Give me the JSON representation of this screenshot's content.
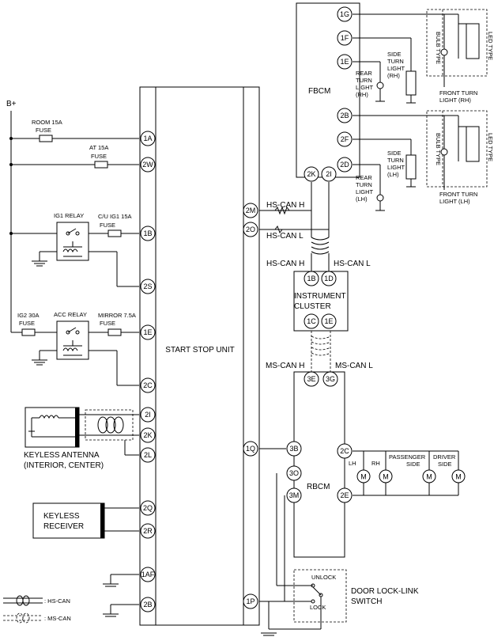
{
  "supply": "B+",
  "fuses": {
    "room": [
      "ROOM 15A",
      "FUSE"
    ],
    "at": [
      "AT 15A",
      "FUSE"
    ],
    "cu_ig1": [
      "C/U IG1 15A",
      "FUSE"
    ],
    "ig2": [
      "IG2 30A",
      "FUSE"
    ],
    "mirror": [
      "MIRROR 7.5A",
      "FUSE"
    ]
  },
  "relays": {
    "ig1": "IG1 RELAY",
    "acc": "ACC RELAY"
  },
  "units": {
    "start_stop": "START STOP UNIT",
    "fbcm": "FBCM",
    "instrument": [
      "INSTRUMENT",
      "CLUSTER"
    ],
    "rbcm": "RBCM",
    "keyless_antenna": [
      "KEYLESS ANTENNA",
      "(INTERIOR, CENTER)"
    ],
    "keyless_receiver": [
      "KEYLESS",
      "RECEIVER"
    ],
    "door_switch": [
      "DOOR LOCK-LINK",
      "SWITCH"
    ],
    "unlock": "UNLOCK",
    "lock": "LOCK"
  },
  "can": {
    "hs_h": "HS-CAN H",
    "hs_l": "HS-CAN L",
    "ms_h": "MS-CAN H",
    "ms_l": "MS-CAN L",
    "legend_hs": ": HS-CAN",
    "legend_ms": ": MS-CAN"
  },
  "lights": {
    "bulb_type": "BULB TYPE",
    "led_type": "LED TYPE",
    "side_rh": [
      "SIDE",
      "TURN",
      "LIGHT",
      "(RH)"
    ],
    "rear_rh": [
      "REAR",
      "TURN",
      "LIGHT",
      "(RH)"
    ],
    "front_rh": [
      "FRONT TURN",
      "LIGHT (RH)"
    ],
    "side_lh": [
      "SIDE",
      "TURN",
      "LIGHT",
      "(LH)"
    ],
    "rear_lh": [
      "REAR",
      "TURN",
      "LIGHT",
      "(LH)"
    ],
    "front_lh": [
      "FRONT TURN",
      "LIGHT (LH)"
    ]
  },
  "motors": {
    "lh": "LH",
    "rh": "RH",
    "passenger": [
      "PASSENGER",
      "SIDE"
    ],
    "driver": [
      "DRIVER",
      "SIDE"
    ],
    "symbol": "M"
  },
  "pins": {
    "ssu_left": [
      "1A",
      "2W",
      "1B",
      "2S",
      "1E",
      "2C",
      "2I",
      "2K",
      "2L",
      "2Q",
      "2R",
      "1AF",
      "2B"
    ],
    "ssu_right": [
      "2M",
      "2O",
      "1Q",
      "1P"
    ],
    "fbcm": [
      "1G",
      "1F",
      "1E",
      "2B",
      "2F",
      "2D",
      "2K",
      "2I"
    ],
    "instrument": [
      "1B",
      "1D",
      "1C",
      "1E"
    ],
    "rbcm": [
      "3E",
      "3G",
      "3B",
      "3O",
      "3M",
      "2C",
      "2E"
    ]
  }
}
